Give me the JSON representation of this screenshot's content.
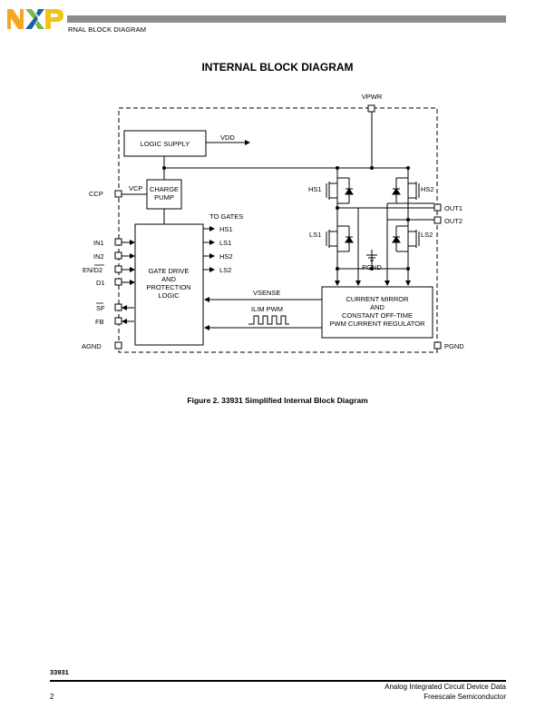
{
  "header": {
    "section": "RNAL BLOCK DIAGRAM"
  },
  "page_title": "INTERNAL BLOCK DIAGRAM",
  "diagram": {
    "pins": {
      "vpwr": "VPWR",
      "ccp": "CCP",
      "in1": "IN1",
      "in2": "IN2",
      "en_d2": "EN/D2",
      "d1": "D1",
      "sf": "SF",
      "fb": "FB",
      "agnd": "AGND",
      "out1": "OUT1",
      "out2": "OUT2",
      "pgnd": "PGND"
    },
    "blocks": {
      "logic_supply": "LOGIC SUPPLY",
      "charge_pump_1": "CHARGE",
      "charge_pump_2": "PUMP",
      "gate_drive_1": "GATE DRIVE",
      "gate_drive_2": "AND",
      "gate_drive_3": "PROTECTION",
      "gate_drive_4": "LOGIC",
      "current_mirror_1": "CURRENT MIRROR",
      "current_mirror_2": "AND",
      "current_mirror_3": "CONSTANT OFF-TIME",
      "current_mirror_4": "PWM CURRENT REGULATOR"
    },
    "signals": {
      "vdd": "VDD",
      "vcp": "VCP",
      "to_gates": "TO GATES",
      "hs1": "HS1",
      "ls1": "LS1",
      "hs2": "HS2",
      "ls2": "LS2",
      "vsense": "VSENSE",
      "ilim_pwm": "ILIM PWM",
      "pgnd_internal": "PGND"
    },
    "transistors": {
      "hs1": "HS1",
      "hs2": "HS2",
      "ls1": "LS1",
      "ls2": "LS2"
    }
  },
  "caption": "Figure 2. 33931 Simplified Internal Block Diagram",
  "footer": {
    "part_number": "33931",
    "page_number": "2",
    "doc_type": "Analog Integrated Circuit Device Data",
    "company": "Freescale Semiconductor"
  },
  "logo": {
    "text": "NXP",
    "colors": {
      "n": "#f5a623",
      "x_left": "#7ab648",
      "x_right": "#1f5fa8",
      "p": "#f2c318"
    }
  }
}
